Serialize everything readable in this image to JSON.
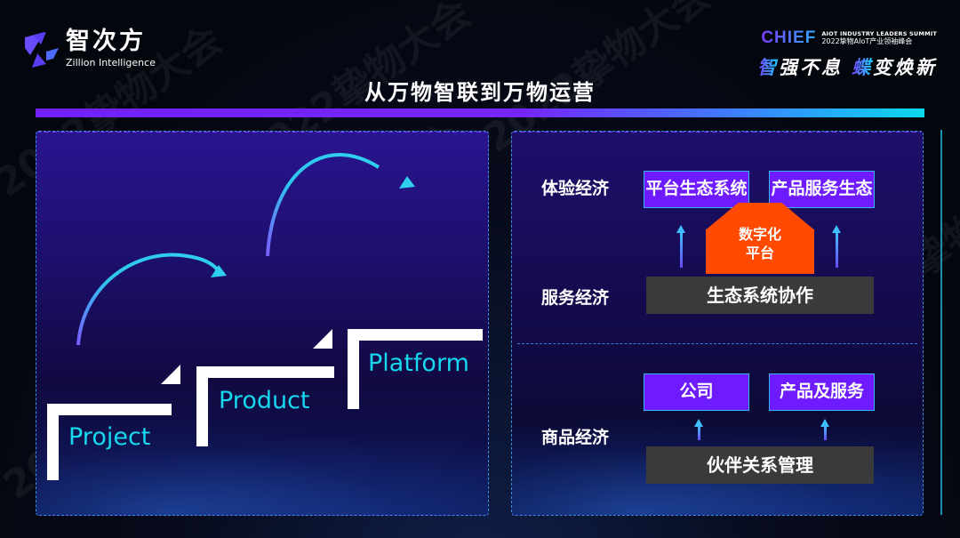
{
  "header": {
    "logo": {
      "icon": "zillion-z-logo-icon",
      "cn": "智次方",
      "en": "Zillion Intelligence"
    },
    "event": {
      "brand": "CHIEF",
      "subtitle_en": "AIOT INDUSTRY  LEADERS SUMMIT",
      "subtitle_cn": "2022挚物AIoT产业领袖峰会",
      "slogan": [
        "智",
        "强不息",
        "蝶",
        "变焕新"
      ]
    },
    "title": "从万物智联到万物运营"
  },
  "watermark": "2022挚物大会",
  "left_panel": {
    "steps": [
      {
        "label": "Project"
      },
      {
        "label": "Product"
      },
      {
        "label": "Platform"
      }
    ],
    "arrows": [
      "curved-arrow-icon",
      "curved-arrow-icon"
    ]
  },
  "right_panel": {
    "rows": {
      "experience": "体验经济",
      "service": "服务经济",
      "goods": "商品经济"
    },
    "experience_boxes": [
      "平台生态系统",
      "产品服务生态"
    ],
    "digital_platform": [
      "数字化",
      "平台"
    ],
    "service_bar": "生态系统协作",
    "goods_boxes": [
      "公司",
      "产品及服务"
    ],
    "goods_bar": "伙伴关系管理"
  },
  "colors": {
    "accent_purple": "#6e1cff",
    "accent_cyan": "#16d8ee",
    "accent_orange": "#ff4a00",
    "bar_gray": "#3a3a3a"
  }
}
